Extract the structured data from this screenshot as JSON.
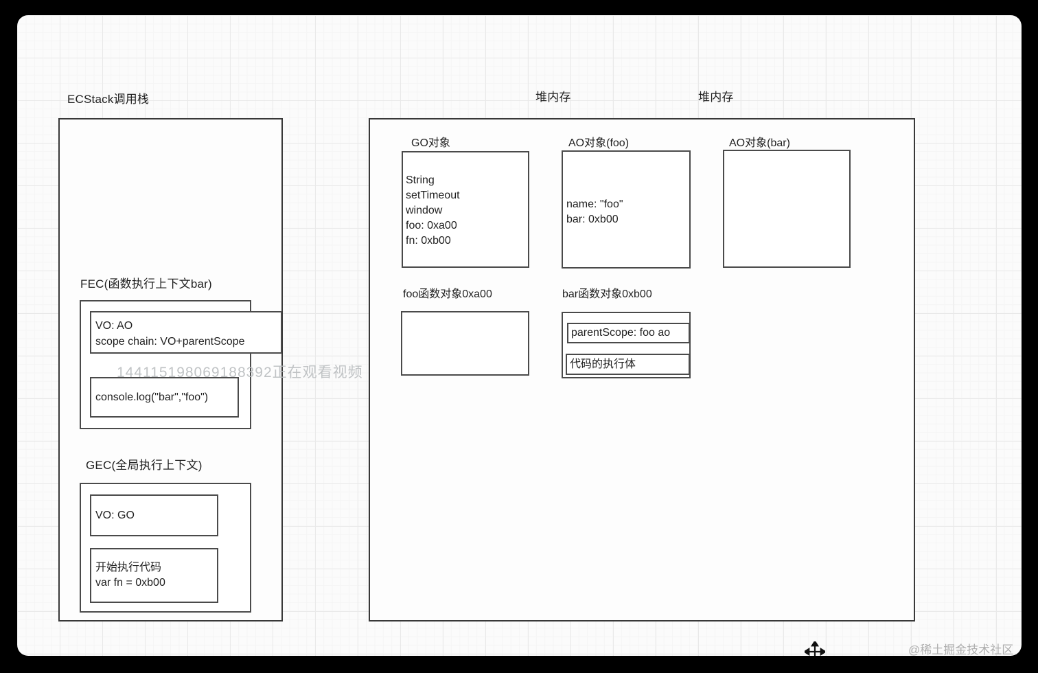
{
  "stack": {
    "title": "ECStack调用栈",
    "fec": {
      "label": "FEC(函数执行上下文bar)",
      "vo_lines": [
        "VO: AO",
        "scope chain: VO+parentScope"
      ],
      "code": "console.log(\"bar\",\"foo\")"
    },
    "gec": {
      "label": "GEC(全局执行上下文)",
      "vo": "VO: GO",
      "code_lines": [
        "开始执行代码",
        "var fn = 0xb00"
      ]
    }
  },
  "heap": {
    "heading_1": "堆内存",
    "heading_2": "堆内存",
    "go": {
      "label": "GO对象",
      "lines": [
        "String",
        "setTimeout",
        "window",
        "foo: 0xa00",
        "fn: 0xb00"
      ]
    },
    "ao_foo": {
      "label": "AO对象(foo)",
      "lines": [
        "name: \"foo\"",
        "bar: 0xb00"
      ]
    },
    "ao_bar": {
      "label": "AO对象(bar)"
    },
    "foo_fn": {
      "label": "foo函数对象0xa00"
    },
    "bar_fn": {
      "label": "bar函数对象0xb00",
      "parent_scope": "parentScope: foo ao",
      "body": "代码的执行体"
    }
  },
  "overlay": {
    "viewer_watermark": "144115198069188392正在观看视频",
    "site_credit": "@稀土掘金技术社区"
  },
  "icons": {
    "move_cursor": "move-cursor"
  },
  "colors": {
    "frame": "#000000",
    "canvas_bg": "#fbfbfb",
    "grid_major": "#e9e9e9",
    "box_border": "#3d3d3d",
    "text": "#1f1f1f",
    "watermark": "#b9bcbf",
    "credit": "#aaaaaa"
  }
}
